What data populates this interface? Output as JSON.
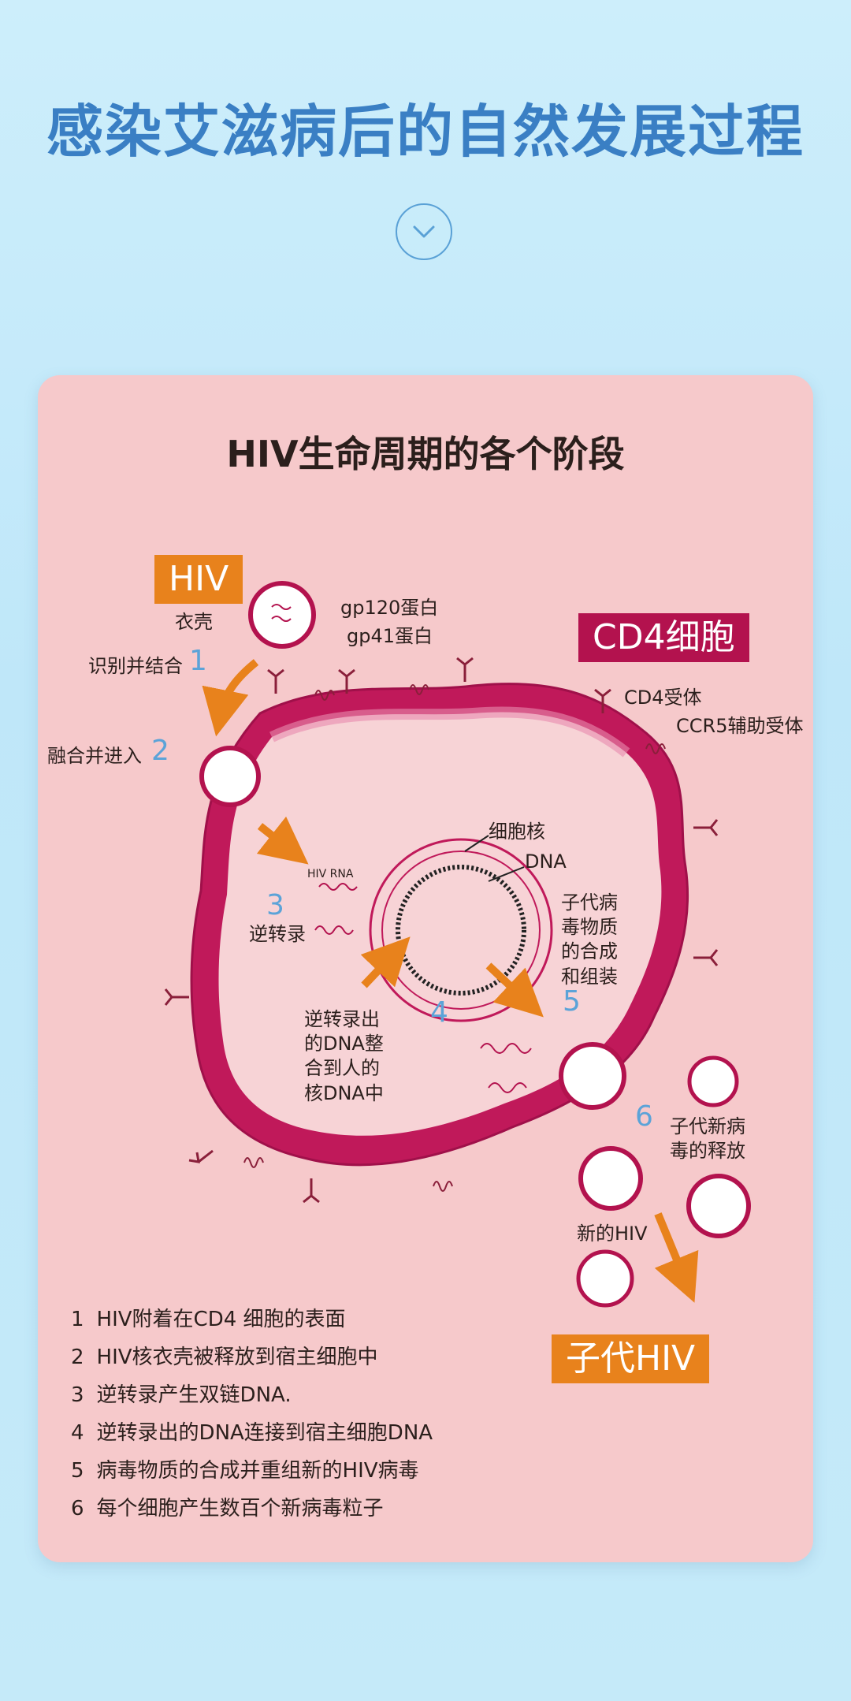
{
  "page_title": "感染艾滋病后的自然发展过程",
  "card": {
    "title": "HIV生命周期的各个阶段",
    "hiv_tag": "HIV",
    "cd4_tag": "CD4细胞",
    "offspring_tag": "子代HIV"
  },
  "labels": {
    "coat": "衣壳",
    "gp120": "gp120蛋白",
    "gp41": "gp41蛋白",
    "recognize": "识别并结合",
    "fuse": "融合并进入",
    "cd4_receptor": "CD4受体",
    "ccr5": "CCR5辅助受体",
    "nucleus": "细胞核",
    "dna": "DNA",
    "hiv_rna": "HIV RNA",
    "reverse": "逆转录",
    "offspring_synthesis": [
      "子代病",
      "毒物质",
      "的合成",
      "和组装"
    ],
    "integrate": [
      "逆转录出",
      "的DNA整",
      "合到人的",
      "核DNA中"
    ],
    "release": [
      "子代新病",
      "毒的释放"
    ],
    "new_hiv": "新的HIV"
  },
  "numbers": [
    "1",
    "2",
    "3",
    "4",
    "5",
    "6"
  ],
  "steps": [
    {
      "n": "1",
      "text": "HIV附着在CD4 细胞的表面"
    },
    {
      "n": "2",
      "text": "HIV核衣壳被释放到宿主细胞中"
    },
    {
      "n": "3",
      "text": "逆转录产生双链DNA."
    },
    {
      "n": "4",
      "text": "逆转录出的DNA连接到宿主细胞DNA"
    },
    {
      "n": "5",
      "text": "病毒物质的合成并重组新的HIV病毒"
    },
    {
      "n": "6",
      "text": "每个细胞产生数百个新病毒粒子"
    }
  ],
  "colors": {
    "title_blue": "#3a7fc4",
    "card_pink": "#f6c9cb",
    "membrane": "#c0195a",
    "arrow_orange": "#e8821c",
    "tag_crimson": "#b3124e",
    "number_blue": "#5ba3d8"
  },
  "icons": [
    "chevron-down-icon",
    "hiv-virus-icon",
    "arrow-icon"
  ]
}
